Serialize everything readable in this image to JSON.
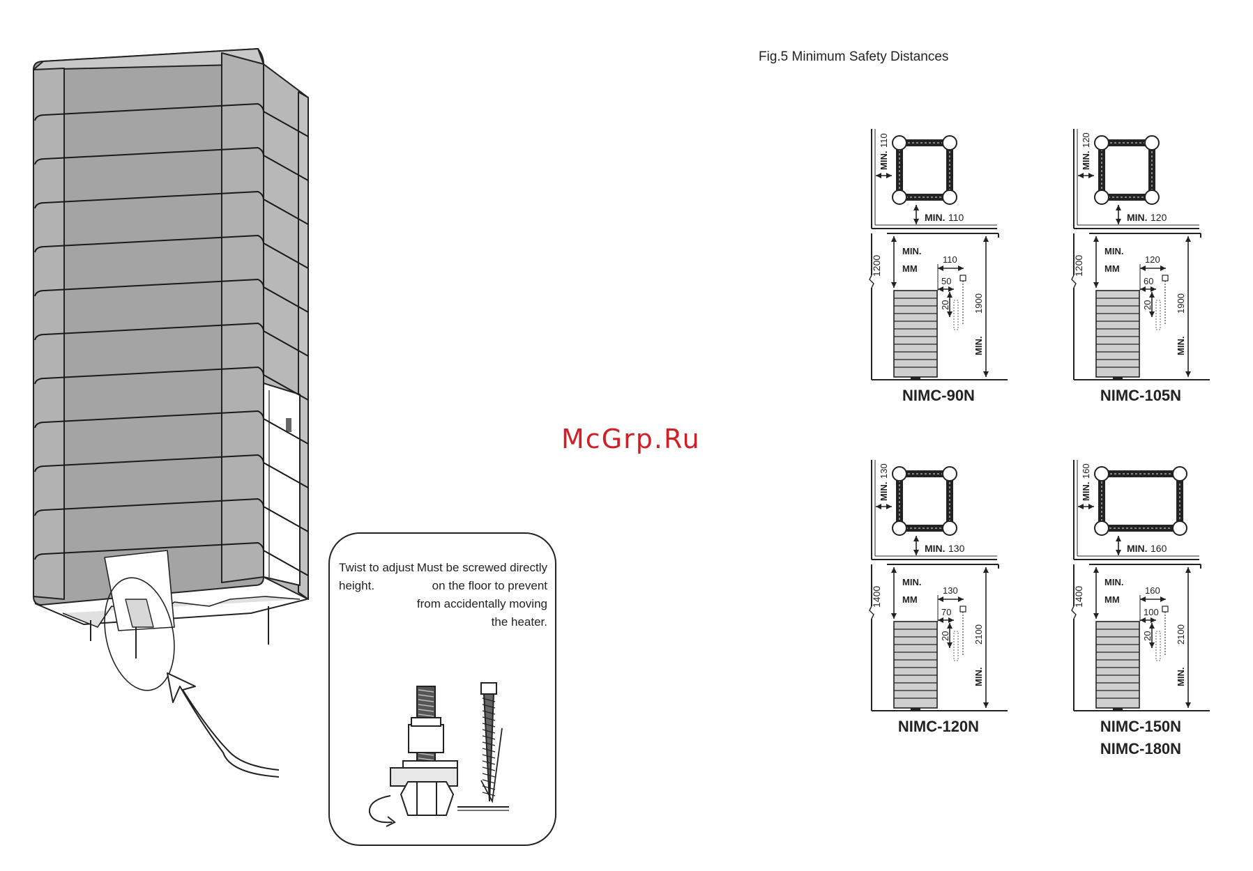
{
  "figure_title": "Fig.5 Minimum Safety Distances",
  "watermark": "McGrp.Ru",
  "instructions": {
    "twist": [
      "Twist to adjust",
      "height."
    ],
    "screw": [
      "Must be screwed directly",
      "on the floor to prevent",
      "from accidentally moving",
      "the heater."
    ]
  },
  "models": [
    {
      "name_lines": [
        "NIMC-90N"
      ],
      "side": "110",
      "front": "110",
      "height": "1200",
      "top_gap": "110",
      "inner_gap": "50",
      "twenty": "20",
      "ceiling": "1900",
      "min": "MIN.",
      "mm": "MM"
    },
    {
      "name_lines": [
        "NIMC-105N"
      ],
      "side": "120",
      "front": "120",
      "height": "1200",
      "top_gap": "120",
      "inner_gap": "60",
      "twenty": "20",
      "ceiling": "1900",
      "min": "MIN.",
      "mm": "MM"
    },
    {
      "name_lines": [
        "NIMC-120N"
      ],
      "side": "130",
      "front": "130",
      "height": "1400",
      "top_gap": "130",
      "inner_gap": "70",
      "twenty": "20",
      "ceiling": "2100",
      "min": "MIN.",
      "mm": "MM"
    },
    {
      "name_lines": [
        "NIMC-150N",
        "NIMC-180N"
      ],
      "side": "160",
      "front": "160",
      "height": "1400",
      "top_gap": "160",
      "inner_gap": "100",
      "twenty": "20",
      "ceiling": "2100",
      "min": "MIN.",
      "mm": "MM"
    }
  ]
}
